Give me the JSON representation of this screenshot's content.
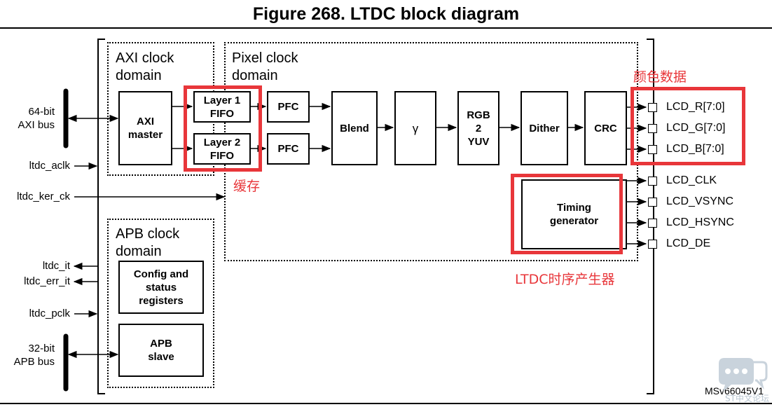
{
  "title": "Figure 268. LTDC block diagram",
  "domains": {
    "axi": "AXI clock\ndomain",
    "pixel": "Pixel clock\ndomain",
    "apb": "APB clock\ndomain"
  },
  "blocks": {
    "axi_master": "AXI\nmaster",
    "layer1_fifo": "Layer 1\nFIFO",
    "layer2_fifo": "Layer 2\nFIFO",
    "pfc1": "PFC",
    "pfc2": "PFC",
    "blend": "Blend",
    "gamma": "γ",
    "rgb2yuv": "RGB\n2\nYUV",
    "dither": "Dither",
    "crc": "CRC",
    "timing_generator": "Timing\ngenerator",
    "config_status_registers": "Config and\nstatus\nregisters",
    "apb_slave": "APB\nslave"
  },
  "left_signals": {
    "axi_bus": "64-bit\nAXI bus",
    "ltdc_aclk": "ltdc_aclk",
    "ltdc_ker_ck": "ltdc_ker_ck",
    "ltdc_it": "ltdc_it",
    "ltdc_err_it": "ltdc_err_it",
    "ltdc_pclk": "ltdc_pclk",
    "apb_bus": "32-bit\nAPB bus"
  },
  "outputs": {
    "lcd_r": "LCD_R[7:0]",
    "lcd_g": "LCD_G[7:0]",
    "lcd_b": "LCD_B[7:0]",
    "lcd_clk": "LCD_CLK",
    "lcd_vsync": "LCD_VSYNC",
    "lcd_hsync": "LCD_HSYNC",
    "lcd_de": "LCD_DE"
  },
  "annotations": {
    "color_data": "颜色数据",
    "buffer": "缓存",
    "timing_gen_cn": "LTDC时序产生器",
    "highlight_color": "#e8363a"
  },
  "reference": "MSv66045V1",
  "watermark": "ST中文论坛"
}
